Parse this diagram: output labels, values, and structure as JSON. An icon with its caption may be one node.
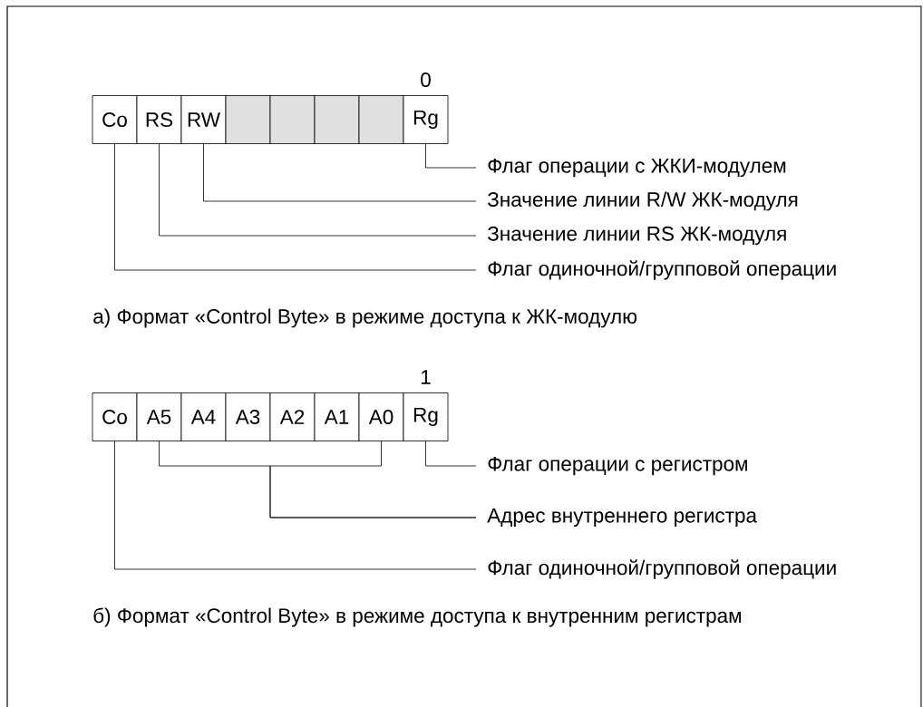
{
  "diagram": {
    "nodes": [
      {
        "text": [
          "Co"
        ]
      },
      {
        "text": [
          "RS"
        ]
      },
      {
        "text": [
          "RW"
        ]
      },
      {
        "text": [],
        "shape": "box"
      },
      {
        "text": [],
        "shape": "box"
      },
      {
        "text": [],
        "shape": "box"
      },
      {
        "text": [],
        "shape": "box"
      },
      {
        "text": [
          "Rg"
        ],
        "beside": [
          "0"
        ]
      },
      {
        "text": [
          "Флаг операции с ЖКИ-модулем"
        ]
      },
      {
        "text": [
          "Значение линии R/W ЖК-модуля"
        ]
      },
      {
        "text": [
          "Значение линии RS ЖК-модуля"
        ]
      },
      {
        "text": [
          "Флаг одиночной/групповой операции"
        ]
      },
      {
        "text": [
          "Co"
        ]
      },
      {
        "text": [
          "A5"
        ]
      },
      {
        "text": [
          "A4"
        ]
      },
      {
        "text": [
          "A3"
        ]
      },
      {
        "text": [
          "A2"
        ]
      },
      {
        "text": [
          "A1"
        ]
      },
      {
        "text": [
          "A0"
        ]
      },
      {
        "text": [
          "Rg"
        ],
        "beside": [
          "1"
        ]
      },
      {
        "text": [
          "Флаг операции с регистром"
        ]
      },
      {
        "text": [
          "Адрес внутреннего регистра"
        ]
      },
      {
        "text": [
          "Флаг одиночной/групповой операции"
        ]
      }
    ],
    "edges": [
      {
        "from": 7,
        "to": 8,
        "arrow": "none"
      },
      {
        "from": 2,
        "to": 9,
        "arrow": "none"
      },
      {
        "from": 1,
        "to": 10,
        "arrow": "none"
      },
      {
        "from": 0,
        "to": 11,
        "arrow": "none"
      },
      {
        "from": 19,
        "to": 20,
        "arrow": "none"
      },
      {
        "from": 13,
        "to": 21,
        "arrow": "none"
      },
      {
        "from": 18,
        "to": 21,
        "arrow": "none"
      },
      {
        "from": 12,
        "to": 22,
        "arrow": "none"
      }
    ],
    "labels": [
      "а) Формат «Control Byte» в режиме доступа к ЖК-модулю",
      "б) Формат «Control Byte» в режиме доступа к внутренним регистрам"
    ]
  }
}
